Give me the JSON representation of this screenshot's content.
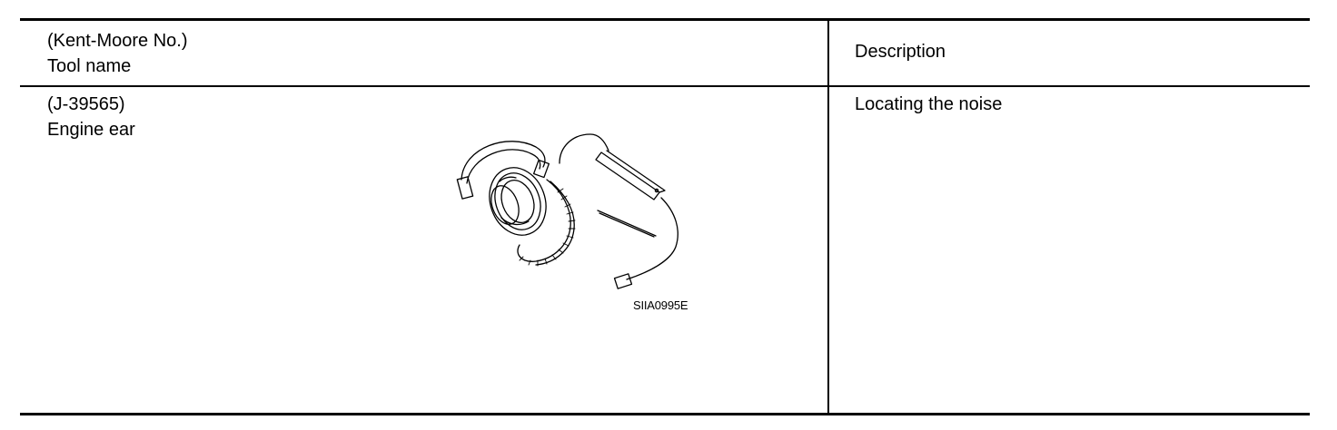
{
  "table": {
    "header": {
      "tool_col": {
        "line1": "(Kent-Moore No.)",
        "line2": "Tool name"
      },
      "description_col": "Description"
    },
    "rows": [
      {
        "kent_moore_no": "(J-39565)",
        "tool_name": "Engine ear",
        "figure_code": "SIIA0995E",
        "description": "Locating the noise"
      }
    ]
  }
}
